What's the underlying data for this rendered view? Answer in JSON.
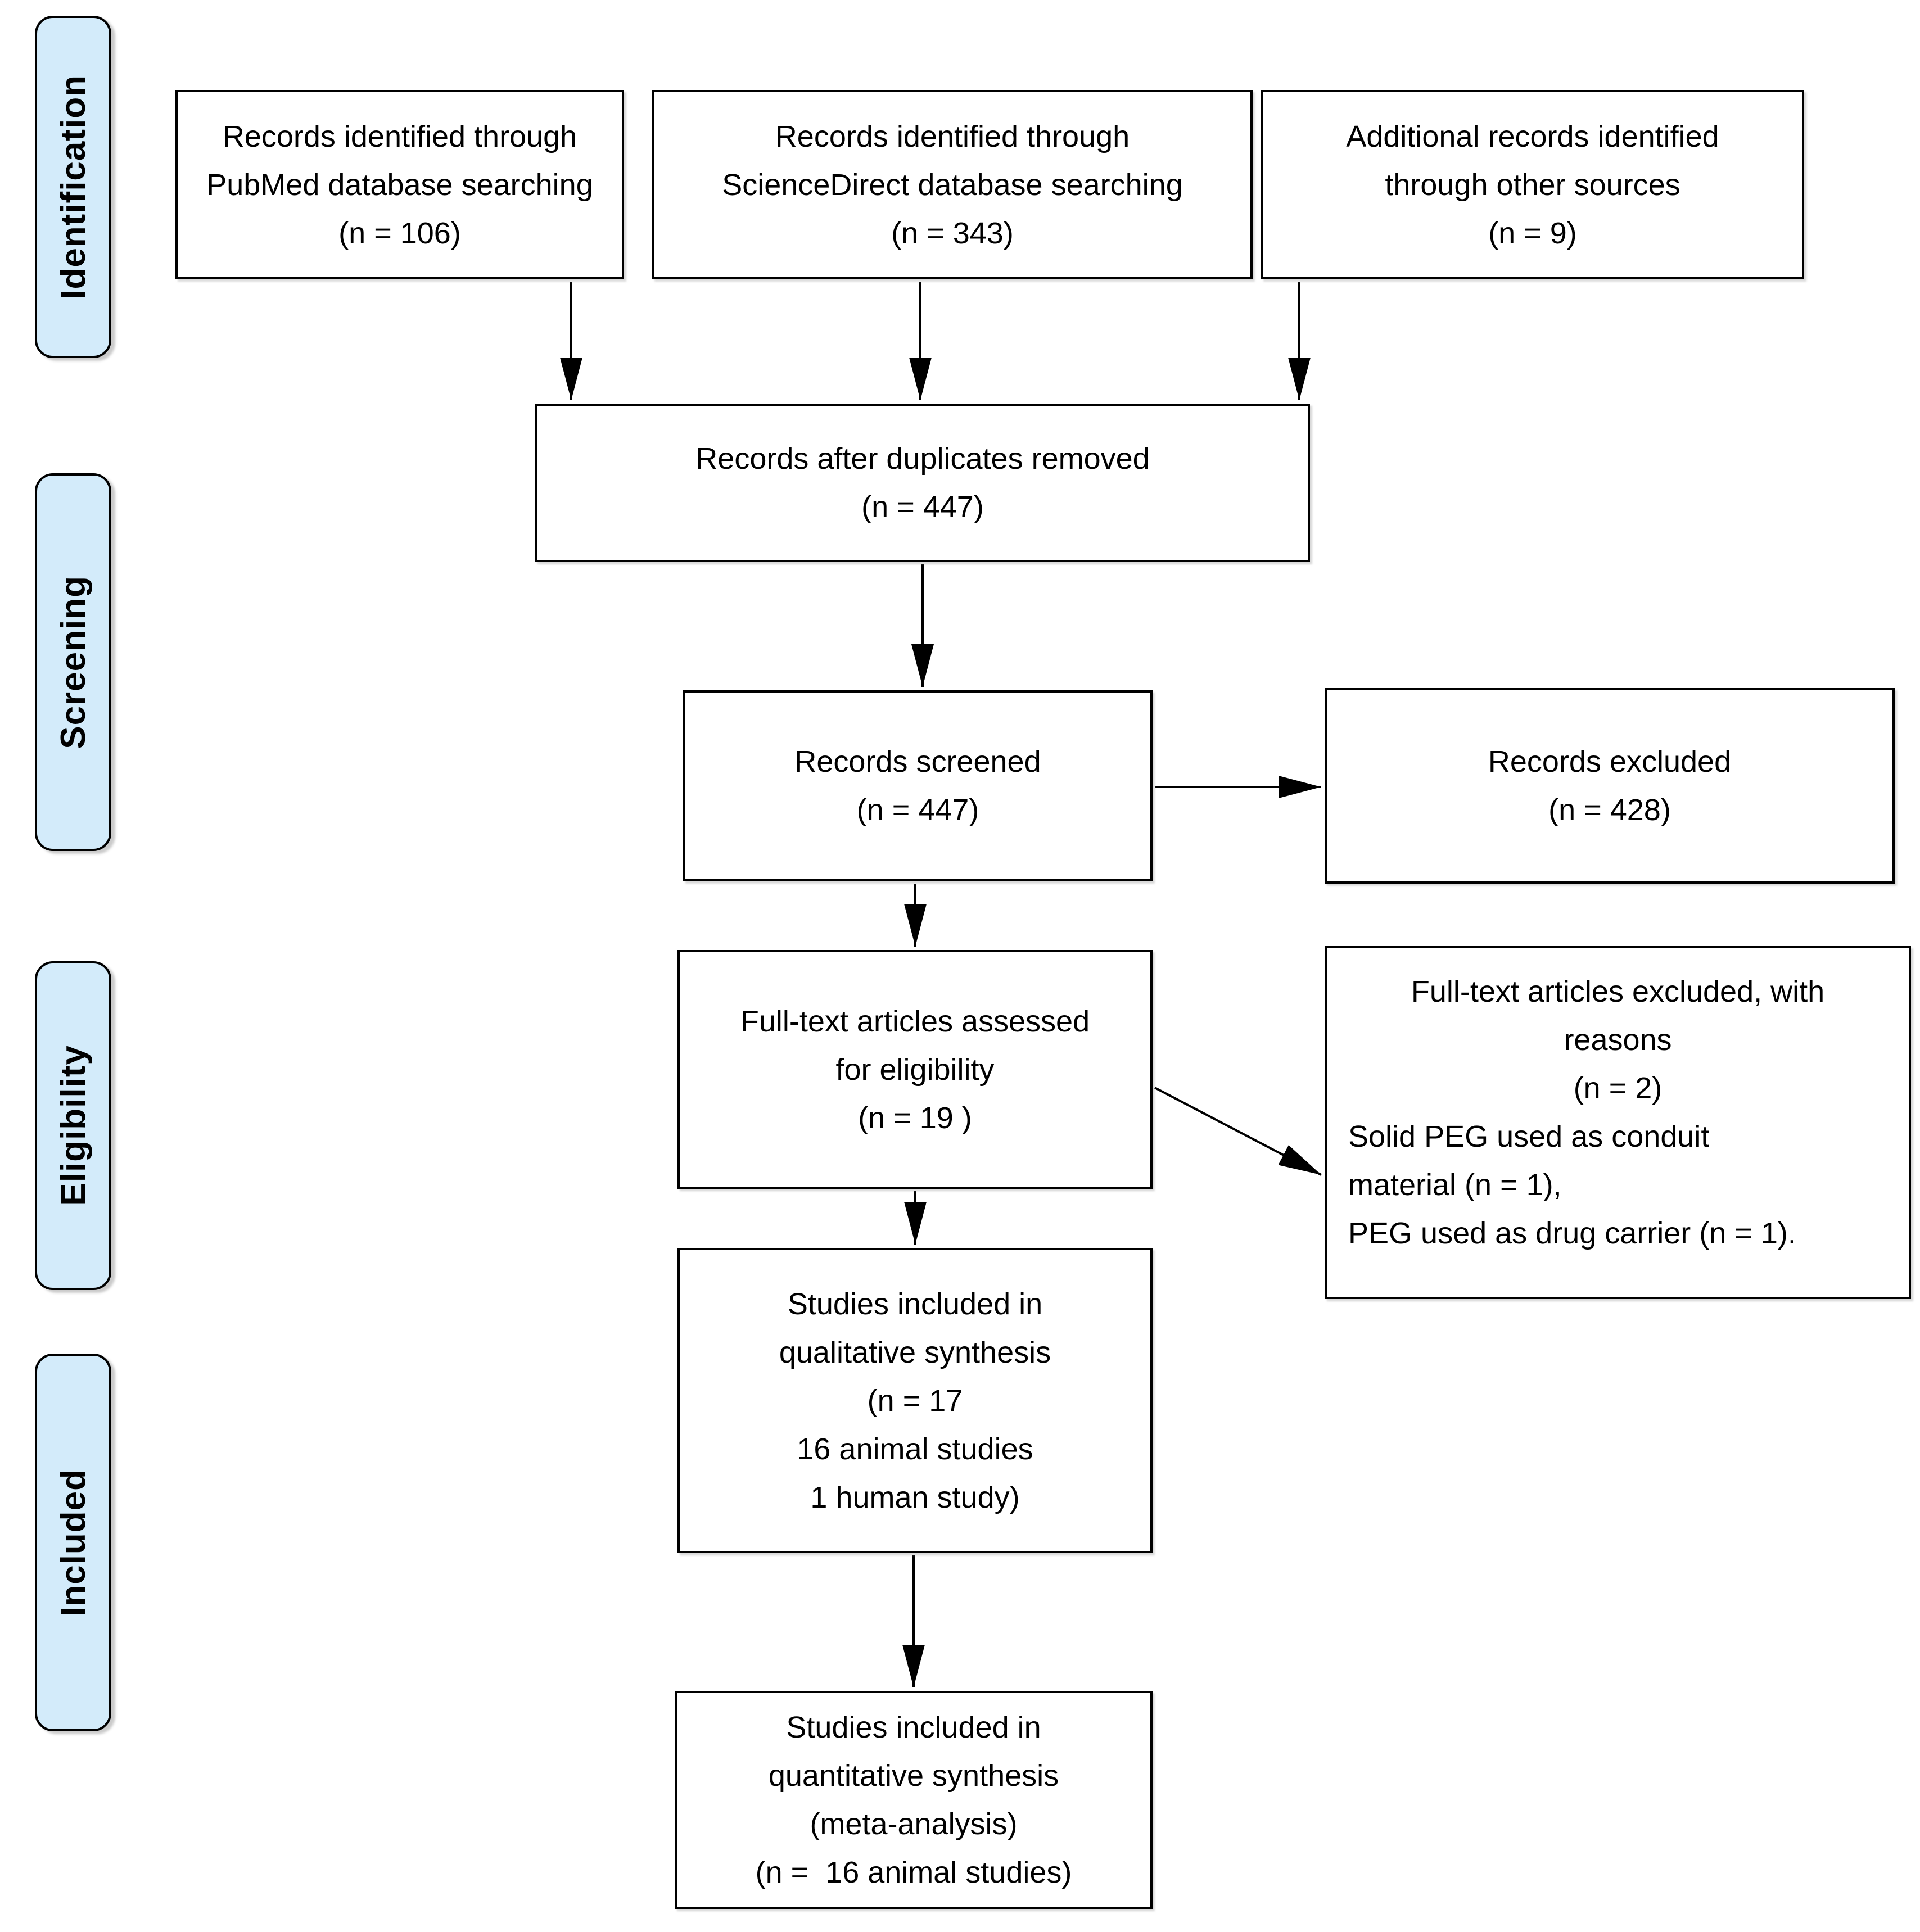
{
  "colors": {
    "stage_fill": "#d3ebfa",
    "stage_border": "#000000",
    "box_fill": "#ffffff",
    "box_border": "#000000",
    "arrow": "#000000",
    "text": "#000000",
    "background": "#ffffff"
  },
  "sidebar": {
    "stages": [
      {
        "id": "identification",
        "label": "Identification"
      },
      {
        "id": "screening",
        "label": "Screening"
      },
      {
        "id": "eligibility",
        "label": "Eligibility"
      },
      {
        "id": "included",
        "label": "Included"
      }
    ]
  },
  "flow": {
    "pubmed": {
      "text": "Records identified through\nPubMed database searching\n(n = 106)"
    },
    "sciencedirect": {
      "text": "Records identified through\nScienceDirect database searching\n(n = 343)"
    },
    "other_sources": {
      "text": "Additional records identified\nthrough other sources\n(n = 9)"
    },
    "duplicates_removed": {
      "text": "Records after duplicates removed\n(n = 447)"
    },
    "records_screened": {
      "text": "Records screened\n(n = 447)"
    },
    "records_excluded": {
      "text": "Records excluded\n(n = 428)"
    },
    "fulltext_assessed": {
      "text": "Full-text articles assessed\nfor eligibility\n(n = 19 )"
    },
    "fulltext_excluded": {
      "heading": "Full-text articles excluded, with\nreasons\n(n = 2)",
      "reasons": "Solid PEG used as conduit\nmaterial (n = 1),\nPEG used as drug carrier (n = 1)."
    },
    "qualitative_synthesis": {
      "text": "Studies included in\nqualitative synthesis\n(n = 17\n16 animal studies\n1 human study)"
    },
    "quantitative_synthesis": {
      "text": "Studies included in\nquantitative synthesis\n(meta-analysis)\n(n =  16 animal studies)"
    }
  }
}
